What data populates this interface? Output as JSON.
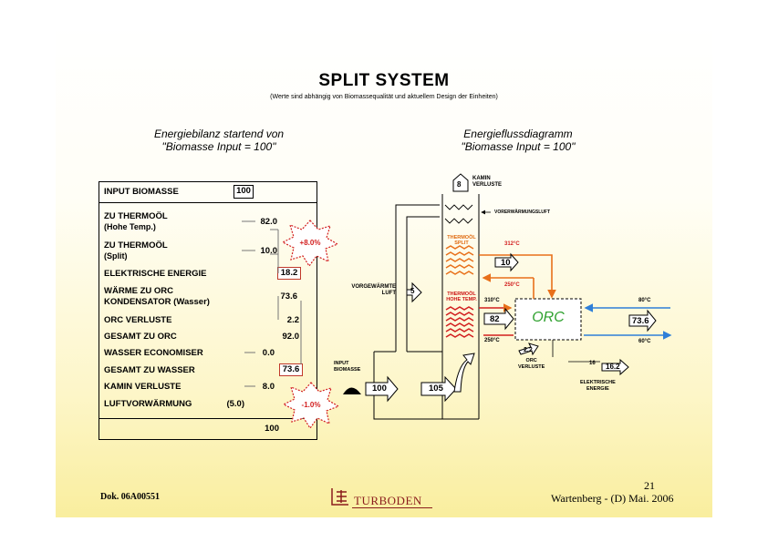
{
  "title": "SPLIT SYSTEM",
  "subtitle": "(Werte sind abhängig von Biomassequalität und aktuellem Design der Einheiten)",
  "left_header": {
    "line1": "Energiebilanz startend von",
    "line2": "\"Biomasse Input = 100\""
  },
  "right_header": {
    "line1": "Energieflussdiagramm",
    "line2": "\"Biomasse Input = 100\""
  },
  "table": {
    "input_label": "INPUT BIOMASSE",
    "input_value": "100",
    "rows": [
      {
        "label": "ZU THERMOÖL",
        "sub": "(Hohe Temp.)",
        "value": "82.0"
      },
      {
        "label": "ZU THERMOÖL",
        "sub": "(Split)",
        "value": "10.0"
      },
      {
        "label": "ELEKTRISCHE ENERGIE",
        "sub": "",
        "value": "18.2"
      },
      {
        "label": "WÄRME ZU ORC",
        "sub": "KONDENSATOR (Wasser)",
        "value": "73.6"
      },
      {
        "label": "ORC VERLUSTE",
        "sub": "",
        "value": "2.2"
      },
      {
        "label": "GESAMT ZU ORC",
        "sub": "",
        "value": "92.0"
      },
      {
        "label": "WASSER ECONOMISER",
        "sub": "",
        "value": "0.0"
      },
      {
        "label": "GESAMT ZU WASSER",
        "sub": "",
        "value": "73.6"
      },
      {
        "label": "KAMIN VERLUSTE",
        "sub": "",
        "value": "8.0"
      },
      {
        "label": "LUFTVORWÄRMUNG",
        "sub": "",
        "value": "(5.0)"
      }
    ],
    "total": "100"
  },
  "badges": {
    "plus": "+8.0%",
    "minus": "-1.0%"
  },
  "diagram": {
    "kamin_value": "8",
    "kamin_label_1": "KAMIN",
    "kamin_label_2": "VERLUSTE",
    "vorwaermung_label": "VORERWÄRMUNGSLUFT",
    "split_label_1": "THERMOÖL",
    "split_label_2": "SPLIT",
    "high_label_1": "THERMOÖL",
    "high_label_2": "HOHE TEMP.",
    "vorgewaermte_1": "VORGEWÄRMTE",
    "vorgewaermte_2": "LUFT",
    "luft_value": "5",
    "input_label_1": "INPUT",
    "input_label_2": "BIOMASSE",
    "input_value": "100",
    "furnace_value": "105",
    "t_split_hi": "312°C",
    "split_value": "10",
    "t_split_lo": "250°C",
    "t_high_hi": "310°C",
    "high_value": "82",
    "t_high_lo": "250°C",
    "orc_label": "ORC",
    "orc_loss_value": "2.2",
    "orc_loss_label_1": "ORC",
    "orc_loss_label_2": "VERLUSTE",
    "t_water_hi": "80°C",
    "water_value": "73.6",
    "t_water_lo": "60°C",
    "elec_label_prefix": "16",
    "elec_value": "16.2",
    "elec_label_1": "ELEKTRISCHE",
    "elec_label_2": "ENERGIE"
  },
  "footer": {
    "dok": "Dok. 06A00551",
    "page": "21",
    "location": "Wartenberg - (D) Mai. 2006",
    "logo": "TURBODEN"
  },
  "colors": {
    "orange": "#e8701a",
    "red": "#d21f1f",
    "blue": "#2f7fd8",
    "orc_green": "#2fa12f"
  }
}
